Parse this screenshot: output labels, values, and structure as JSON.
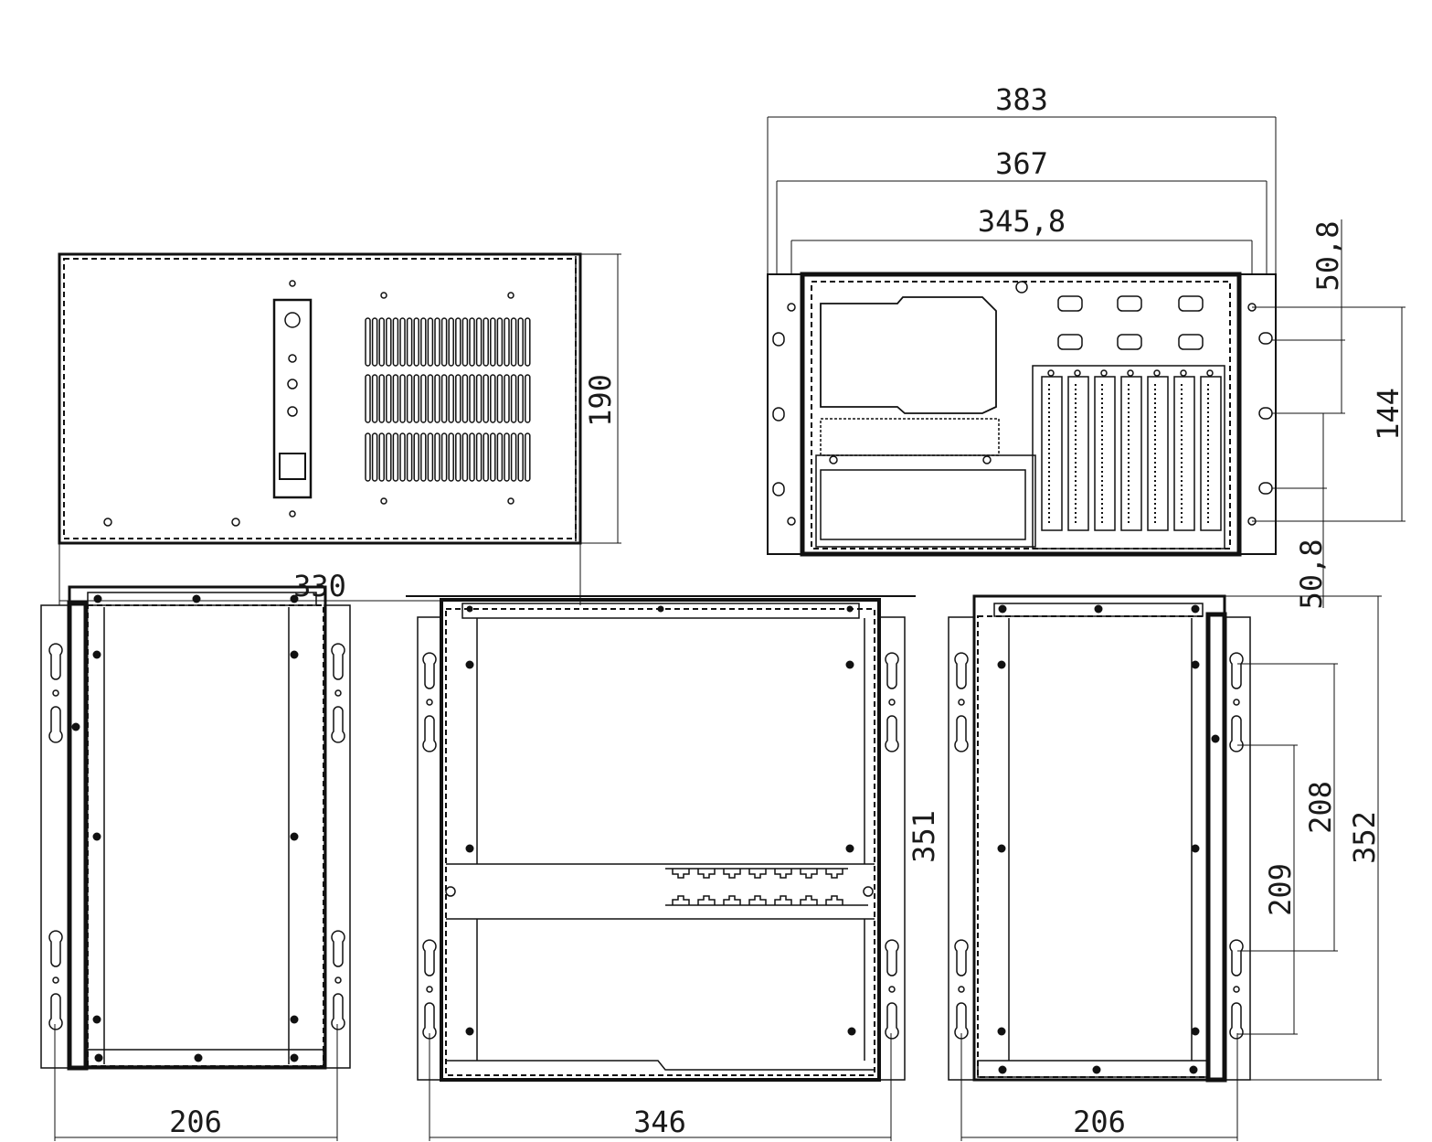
{
  "dimensions": {
    "front_width": "330",
    "front_height": "190",
    "rear_width_overall": "383",
    "rear_width_mid": "367",
    "rear_width_inner": "345,8",
    "rear_hole_top": "50,8",
    "rear_hole_mid": "144",
    "rear_hole_bottom": "50,8",
    "left_side_width": "206",
    "top_width": "346",
    "top_depth": "351",
    "right_side_width": "206",
    "right_slot_a": "208",
    "right_slot_b": "209",
    "right_depth": "352"
  }
}
